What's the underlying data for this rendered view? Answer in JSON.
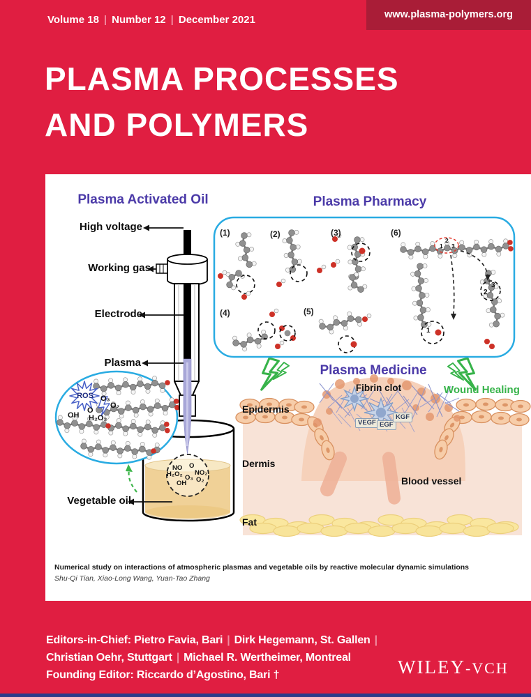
{
  "masthead": {
    "volume": "Volume 18",
    "number": "Number 12",
    "date": "December 2021",
    "separator": "|",
    "website": "www.plasma-polymers.org",
    "title_line1": "PLASMA PROCESSES",
    "title_line2": "AND POLYMERS"
  },
  "figure": {
    "activated_oil": {
      "heading": "Plasma Activated Oil",
      "label_high_voltage": "High voltage",
      "label_working_gas": "Working gas",
      "label_electrode": "Electrode",
      "label_plasma": "Plasma",
      "label_vegetable_oil": "Vegetable oil",
      "ros_burst": "ROS",
      "ros_species": [
        "O₃",
        "O₂",
        "O",
        "OH",
        "H₂O₂"
      ],
      "oil_species": [
        "NO",
        "O",
        "H₂O₂",
        "O₃",
        "NO₂",
        "O₂",
        "OH"
      ]
    },
    "pharmacy": {
      "heading": "Plasma Pharmacy",
      "snapshots": [
        "(1)",
        "(2)",
        "(3)",
        "(6)",
        "(4)",
        "(5)"
      ],
      "sites": [
        "1",
        "2",
        "3"
      ]
    },
    "medicine": {
      "heading": "Plasma Medicine",
      "wound_healing": "Wound Healing",
      "fibrin_clot": "Fibrin clot",
      "epidermis": "Epidermis",
      "dermis": "Dermis",
      "blood_vessel": "Blood vessel",
      "fat": "Fat",
      "growth_factors": [
        "VEGF",
        "EGF",
        "KGF"
      ]
    },
    "caption": {
      "title": "Numerical study on interactions of atmospheric plasmas and vegetable oils by reactive molecular dynamic simulations",
      "authors": "Shu-Qi Tian, Xiao-Long Wang, Yuan-Tao Zhang"
    }
  },
  "footer": {
    "editors_label1": "Editors-in-Chief: Pietro Favia, Bari",
    "editors_label2": "Dirk Hegemann, St. Gallen",
    "editors_label3": "Christian Oehr, Stuttgart",
    "editors_label4": "Michael R. Wertheimer, Montreal",
    "founding_editor": "Founding Editor: Riccardo d’Agostino, Bari †",
    "separator": "|",
    "publisher": {
      "wiley": "WILEY",
      "dash": "-",
      "vch": "VCH"
    }
  }
}
